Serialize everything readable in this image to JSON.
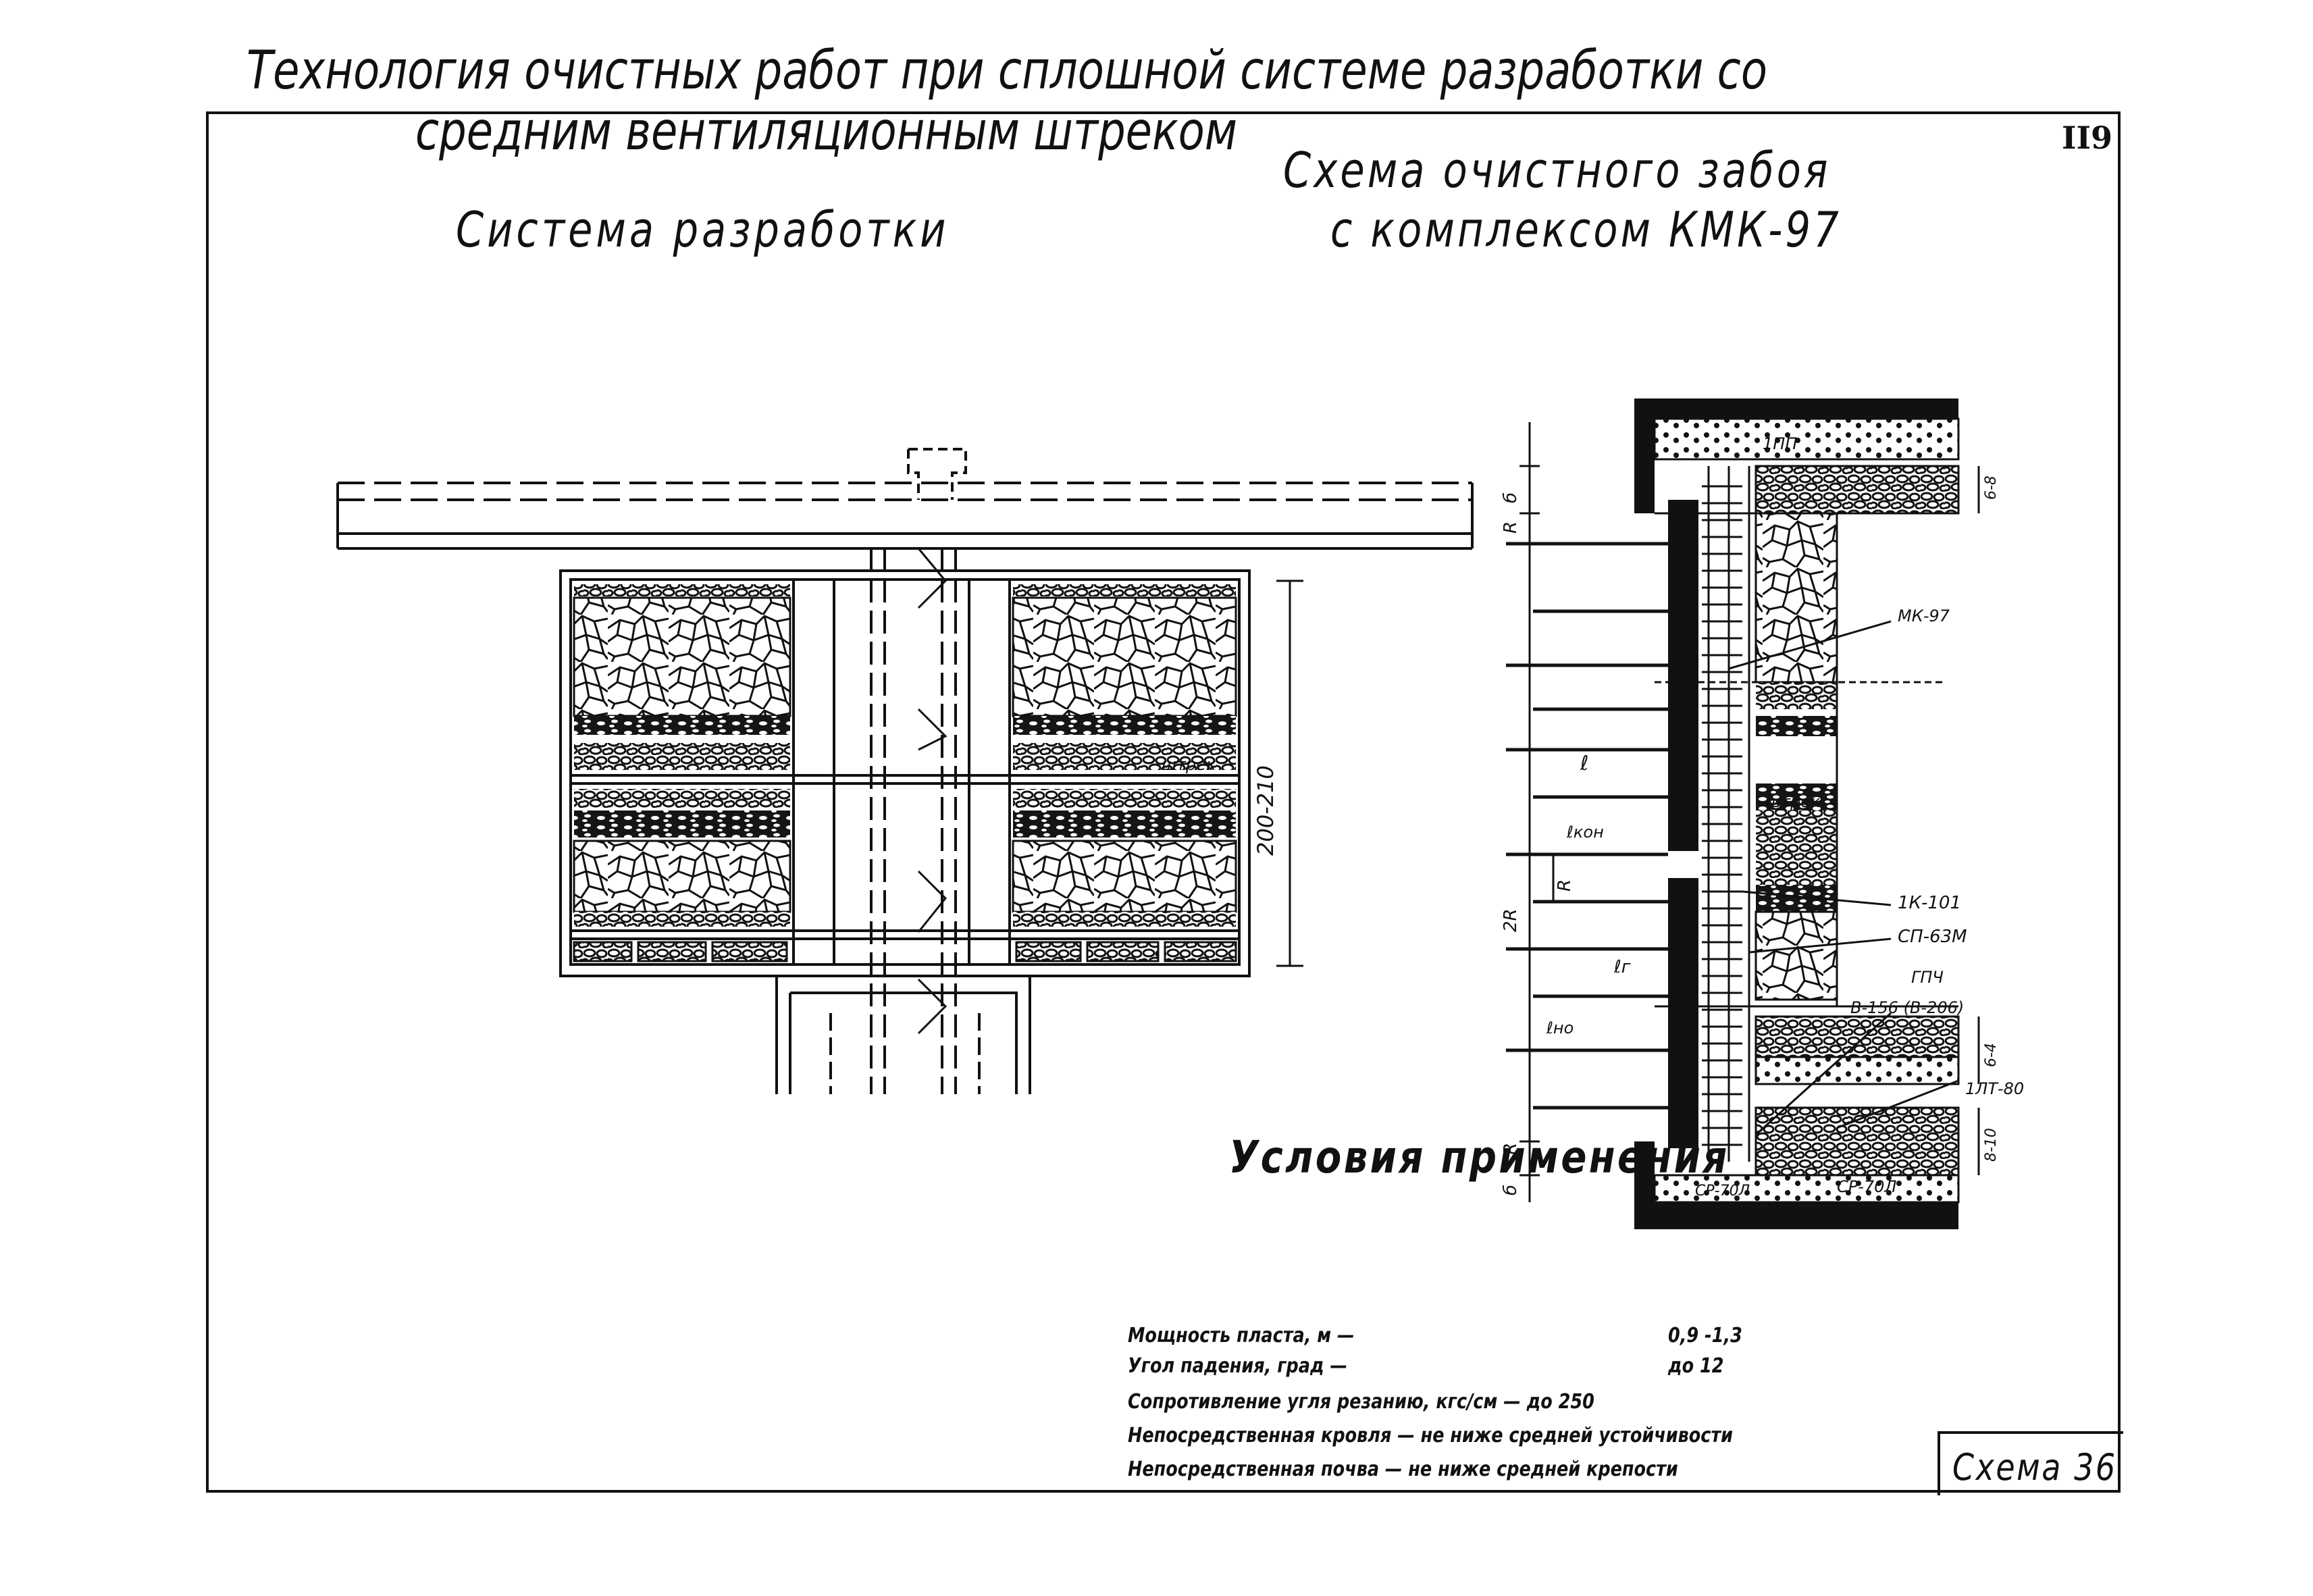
{
  "page_number": "II9",
  "title": {
    "line1": "Технология очистных работ при сплошной системе разработки со",
    "line2": "средним вентиляционным штреком"
  },
  "system_diagram": {
    "title": "Система разработки",
    "labels": {
      "drift": "штрек",
      "height": "200-210"
    }
  },
  "face_diagram": {
    "title_line1": "Схема очистного забоя",
    "title_line2": "с комплексом КМК-97",
    "labels": {
      "prop": "1ПП",
      "mk97": "МК-97",
      "drift": "штрек",
      "k101": "1К-101",
      "sp63m": "СП-63М",
      "gpch": "ГПЧ",
      "conveyor": "В-156 (В-206)",
      "lat80": "1ЛТ-80",
      "sr70_left": "СР-70Л",
      "sr70_right": "СР-70Л",
      "dim_b_top": "б",
      "dim_r_top": "R",
      "dim_l": "ℓ",
      "dim_lkon": "ℓкон",
      "dim_2r": "2R",
      "dim_r_mid": "R",
      "dim_lr": "ℓг",
      "dim_lno": "ℓно",
      "dim_r_bot": "R",
      "dim_b_bot": "б",
      "dim_right_top": "6-8",
      "dim_right_mid": "6-4",
      "dim_right_bot": "8-10"
    }
  },
  "conditions": {
    "title": "Условия применения",
    "items": [
      {
        "label": "Мощность пласта, м —",
        "value": "0,9  -1,3"
      },
      {
        "label": "Угол падения, град —",
        "value": "до 12"
      },
      {
        "label": "Сопротивление угля резанию, кгс/см — до 250",
        "value": ""
      },
      {
        "label": "Непосредственная кровля — не ниже средней устойчивости",
        "value": ""
      },
      {
        "label": "Непосредственная почва — не ниже средней крепости",
        "value": ""
      }
    ]
  },
  "scheme_label": "Схема 36"
}
